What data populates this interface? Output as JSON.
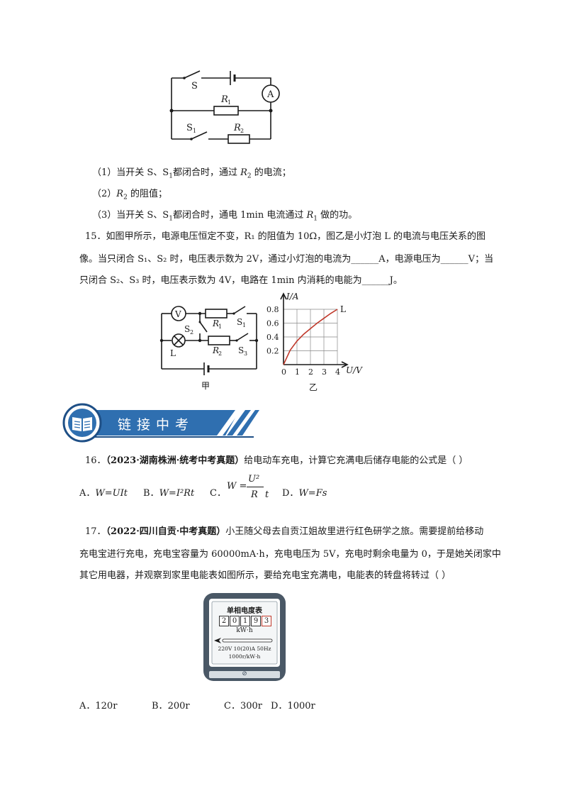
{
  "circuit1": {
    "labels": {
      "s": "S",
      "r1": "R",
      "r1_sub": "1",
      "s1": "S",
      "s1_sub": "1",
      "r2": "R",
      "r2_sub": "2",
      "ammeter": "A"
    }
  },
  "q14": {
    "items": [
      {
        "pre": "（1）当开关 S、S",
        "sub1": "1",
        "mid": "都闭合时，通过 ",
        "var": "R",
        "sub2": "2",
        "post": " 的电流；"
      },
      {
        "pre": "（2）",
        "var": "R",
        "sub2": "2",
        "post": " 的阻值；"
      },
      {
        "pre": "（3）当开关 S、S",
        "sub1": "1",
        "mid": "都闭合时，通电 1min 电流通过 ",
        "var": "R",
        "sub2": "1",
        "post": " 做的功。"
      }
    ]
  },
  "q15": {
    "line1": "15．如图甲所示，电源电压恒定不变，R₁ 的阻值为 10Ω，图乙是小灯泡 L 的电流与电压关系的图",
    "line2": "像。当只闭合 S₁、S₂ 时，电压表示数为 2V，通过小灯泡的电流为______A，电源电压为______V；当",
    "line3": "只闭合 S₂、S₃ 时，电压表示数为 4V，电路在 1min 内消耗的电能为______J。",
    "fig_jia": "甲",
    "fig_yi": "乙",
    "circuit_labels": {
      "v": "V",
      "r1": "R",
      "r1_sub": "1",
      "s1": "S",
      "s1_sub": "1",
      "s2": "S",
      "s2_sub": "2",
      "l": "L",
      "r2": "R",
      "r2_sub": "2",
      "s3": "S",
      "s3_sub": "3"
    }
  },
  "chart_data": {
    "type": "line",
    "ylabel": "I/A",
    "xlabel": "U/V",
    "x_ticks": [
      "0",
      "1",
      "2",
      "3",
      "4"
    ],
    "y_ticks": [
      "0.2",
      "0.4",
      "0.6",
      "0.8"
    ],
    "xlim": [
      0,
      4
    ],
    "ylim": [
      0,
      0.8
    ],
    "series": [
      {
        "name": "L",
        "x": [
          0,
          0.5,
          1,
          1.5,
          2,
          2.5,
          3,
          3.5,
          4
        ],
        "y": [
          0,
          0.21,
          0.34,
          0.44,
          0.52,
          0.6,
          0.67,
          0.74,
          0.8
        ]
      }
    ],
    "grid": true
  },
  "banner": {
    "title": "链接中考"
  },
  "q16": {
    "num": "16．",
    "tag": "（2023·湖南株洲·统考中考真题）",
    "text": "给电动车充电，计算它充满电后储存电能的公式是（        ）",
    "options": [
      {
        "label": "A．",
        "formula": "W=UIt"
      },
      {
        "label": "B．",
        "formula": "W=I²Rt"
      },
      {
        "label": "C．",
        "formula_lhs": "W =",
        "num": "U²",
        "den": "R",
        "tail": "t"
      },
      {
        "label": "D．",
        "formula": "W=Fs"
      }
    ]
  },
  "q17": {
    "num": "17．",
    "tag": "（2022·四川自贡·中考真题）",
    "line1": "小王随父母去自贡江姐故里进行红色研学之旅。需要提前给移动",
    "line2": "充电宝进行充电，充电宝容量为 60000mA·h，充电电压为 5V，充电时剩余电量为 0，于是她关闭家中",
    "line3": "其它用电器，并观察到家里电能表如图所示，要给充电宝充满电，电能表的转盘将转过（        ）",
    "meter": {
      "title": "单相电度表",
      "digits": [
        "2",
        "0",
        "1",
        "9",
        "3"
      ],
      "unit": "kW·h",
      "spec1": "220V  10(20)A 50Hz",
      "spec2": "1000r/kW·h",
      "knob": "⊘"
    },
    "options": [
      {
        "label": "A．",
        "value": "120r"
      },
      {
        "label": "B．",
        "value": "200r"
      },
      {
        "label": "C．",
        "value": "300r"
      },
      {
        "label": "D．",
        "value": "1000r"
      }
    ]
  },
  "colors": {
    "banner_blue": "#2f6fb0",
    "banner_dark": "#1e4f86",
    "meter_frame": "#4a5866",
    "meter_red": "#c0392b"
  }
}
